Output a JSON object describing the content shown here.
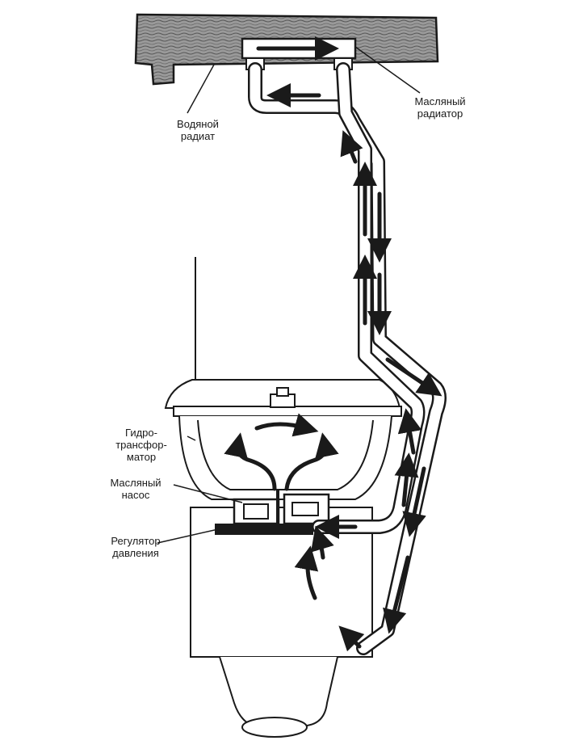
{
  "labels": {
    "water_radiator": "Водяной\nрадиат",
    "oil_radiator": "Масляный\nрадиатор",
    "torque_converter": "Гидро-\nтрансфор-\nматор",
    "oil_pump": "Масляный\nнасос",
    "pressure_regulator": "Регулятор\nдавления"
  },
  "colors": {
    "ink": "#1a1a1a",
    "paper": "#ffffff",
    "radiator_fill": "#9a9a9a"
  }
}
